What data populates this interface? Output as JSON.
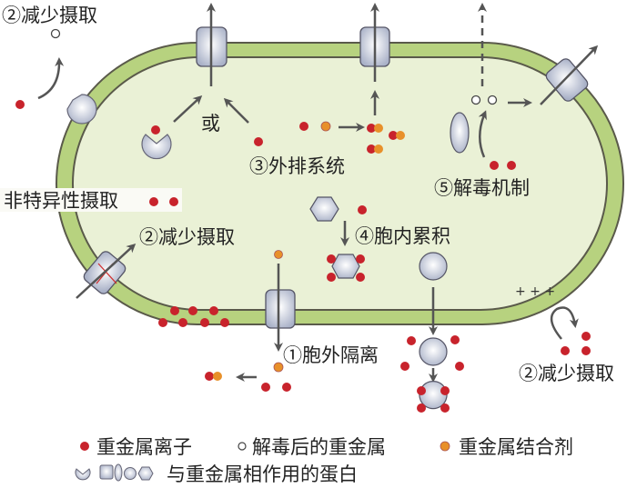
{
  "labels": {
    "reduce_uptake_topleft": "②减少摄取",
    "or": "或",
    "efflux_system": "③外排系统",
    "detox_mechanism": "⑤解毒机制",
    "nonspecific_uptake": "非特异性摄取",
    "reduce_uptake_left": "②减少摄取",
    "intracellular_accumulation": "④胞内累积",
    "extracellular_sequestration": "①胞外隔离",
    "reduce_uptake_bottomright": "②减少摄取",
    "surface_charge": "+ + +"
  },
  "legend": {
    "heavy_metal_ion": "重金属离子",
    "detoxified_metal": "解毒后的重金属",
    "metal_binding_agent": "重金属结合剂",
    "proteins": "与重金属相作用的蛋白"
  },
  "colors": {
    "membrane": "#b7d27f",
    "membrane_edge": "#5a5a4a",
    "cytoplasm": "#eaf1d6",
    "metal_ion": "#c8232c",
    "binder": "#e8902a",
    "protein": "#c9cfdf",
    "arrow": "#555555"
  }
}
